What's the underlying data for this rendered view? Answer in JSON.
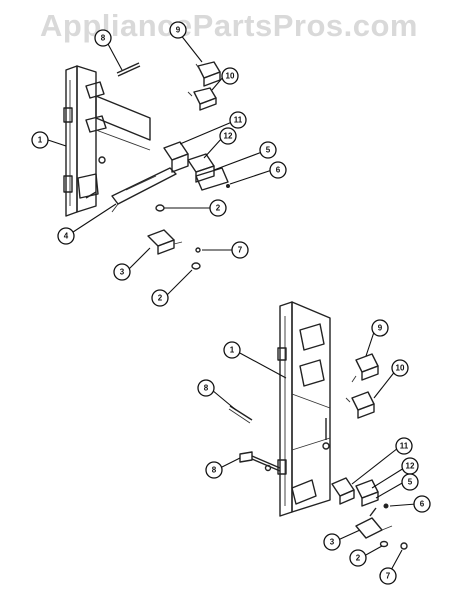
{
  "watermark": "AppliancePartsPros.com",
  "upper_assembly": {
    "callouts": [
      {
        "id": "u1",
        "label": "1"
      },
      {
        "id": "u2a",
        "label": "2"
      },
      {
        "id": "u2b",
        "label": "2"
      },
      {
        "id": "u3",
        "label": "3"
      },
      {
        "id": "u4",
        "label": "4"
      },
      {
        "id": "u5",
        "label": "5"
      },
      {
        "id": "u6",
        "label": "6"
      },
      {
        "id": "u7",
        "label": "7"
      },
      {
        "id": "u8",
        "label": "8"
      },
      {
        "id": "u9",
        "label": "9"
      },
      {
        "id": "u10",
        "label": "10"
      },
      {
        "id": "u11",
        "label": "11"
      },
      {
        "id": "u12",
        "label": "12"
      }
    ]
  },
  "lower_assembly": {
    "callouts": [
      {
        "id": "l1",
        "label": "1"
      },
      {
        "id": "l2",
        "label": "2"
      },
      {
        "id": "l3",
        "label": "3"
      },
      {
        "id": "l5",
        "label": "5"
      },
      {
        "id": "l6",
        "label": "6"
      },
      {
        "id": "l7",
        "label": "7"
      },
      {
        "id": "l8a",
        "label": "8"
      },
      {
        "id": "l8b",
        "label": "8"
      },
      {
        "id": "l9",
        "label": "9"
      },
      {
        "id": "l10",
        "label": "10"
      },
      {
        "id": "l11",
        "label": "11"
      },
      {
        "id": "l12",
        "label": "12"
      }
    ]
  }
}
